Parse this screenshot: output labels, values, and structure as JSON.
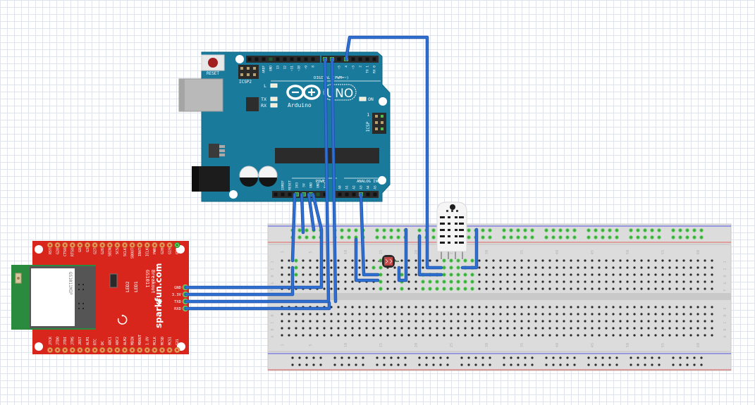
{
  "diagram": {
    "type": "fritzing-breadboard",
    "colors": {
      "grid": "#dfe3ec",
      "arduino_board": "#1a7a9c",
      "sparkfun_board": "#d9261c",
      "module_green": "#2a8a3e",
      "breadboard": "#dcdcdc",
      "wire": "#2f6fd1",
      "rail_red": "#e05050",
      "rail_blue": "#5050e0",
      "active_hole": "#5cd15c"
    },
    "arduino": {
      "name": "Arduino UNO",
      "logo_text": "Arduino",
      "model_text": "UNO",
      "reset_label": "RESET",
      "icsp2_label": "ICSP2",
      "icsp_label": "ICSP",
      "icsp_pin1": "1",
      "led_labels": [
        "L",
        "TX",
        "RX"
      ],
      "on_label": "ON",
      "digital_label": "DIGITAL (PWM=~)",
      "power_label": "POWER",
      "analog_label": "ANALOG IN",
      "top_pins": [
        "AREF",
        "GND",
        "13",
        "12",
        "~11",
        "~10",
        "~9",
        "8",
        "7",
        "~6",
        "~5",
        "4",
        "~3",
        "2",
        "TX 1",
        "RX 0"
      ],
      "power_pins": [
        "IOREF",
        "RESET",
        "3V3",
        "5V",
        "GND",
        "GND",
        "Vin"
      ],
      "analog_pins": [
        "A0",
        "A1",
        "A2",
        "A3",
        "A4",
        "A5"
      ]
    },
    "sparkfun": {
      "brand": "sparkfun.com",
      "title": "GS1011",
      "subtitle": "Breakout",
      "module_text": "GS1011MIP",
      "led_labels": [
        "LED2",
        "LED1"
      ],
      "top_pins": [
        "RST",
        "G28",
        "CTSO",
        "RTSO",
        "G8",
        "G3",
        "G27",
        "G26",
        "SBIN",
        "SCS",
        "SCLK",
        "SBOUT",
        "IBAT",
        "ICLK",
        "PWR",
        "G20",
        "G19",
        "GND"
      ],
      "bottom_pins": [
        "JTCK",
        "JTDO",
        "JTDI",
        "JTMS",
        "JRST",
        "ALM1",
        "RTC",
        "DC",
        "ADC1",
        "ADC2",
        "ALM2",
        "MDIN",
        "MDOUT",
        "1.8V",
        "MCLK",
        "MCSD",
        "MCS1",
        "G21"
      ],
      "side_pins": [
        "GND",
        "3.3V",
        "TXD",
        "RXD"
      ]
    },
    "breadboard": {
      "top_row_letters": [
        "J",
        "I",
        "H",
        "G",
        "F"
      ],
      "bottom_row_letters": [
        "E",
        "D",
        "C",
        "B",
        "A"
      ],
      "column_numbers": [
        "1",
        "5",
        "10",
        "15",
        "20",
        "25",
        "30",
        "35",
        "40",
        "45",
        "50",
        "55",
        "60"
      ]
    },
    "components": {
      "photoresistor": "LDR",
      "sensor": "DHT22"
    }
  }
}
